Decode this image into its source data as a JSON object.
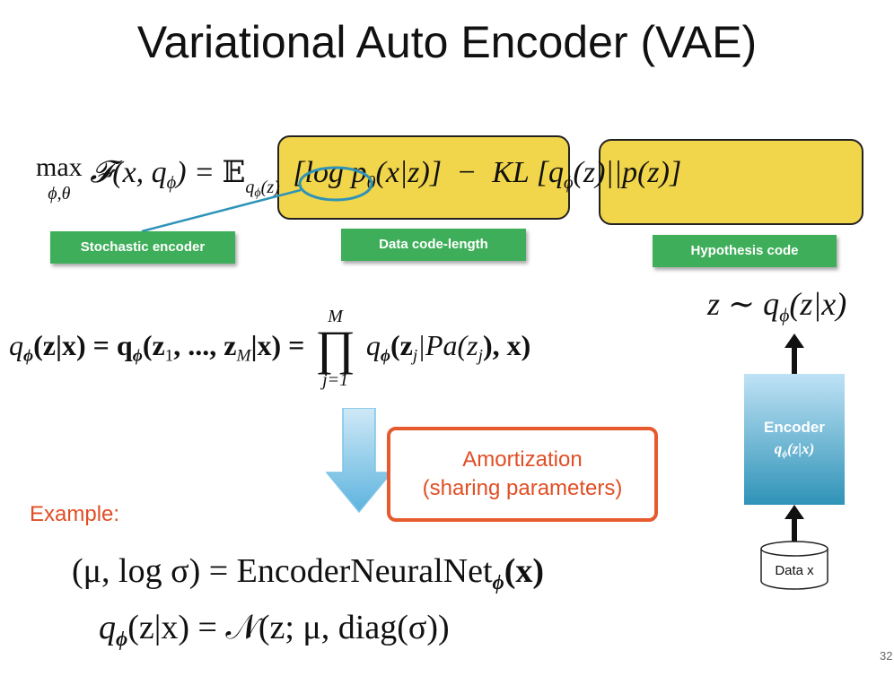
{
  "slide": {
    "title": "Variational Auto Encoder (VAE)",
    "page_number": "32"
  },
  "objective": {
    "max": "max",
    "max_sub": "ϕ,θ",
    "lhs": "𝓕(x, q",
    "lhs_sub": "ϕ",
    "lhs_end": ") =",
    "expect_symbol": "𝔼",
    "expect_sub": "q",
    "expect_sub_sub": "ϕ",
    "expect_sub_end": "(z)",
    "data_term": "[log p",
    "data_term_sub": "θ",
    "data_term_end": "(x|z)]",
    "minus": "−",
    "kl_term": "KL [q",
    "kl_term_sub": "ϕ",
    "kl_term_end": "(z)||p(z)]"
  },
  "labels": {
    "stochastic_encoder": "Stochastic encoder",
    "data_code_length": "Data code-length",
    "hypothesis_code": "Hypothesis code"
  },
  "factorization": {
    "lhs": "q",
    "sub_phi": "ϕ",
    "lhs_arg": "(z|x) = q",
    "mid_arg": "(z",
    "mid_sub1": "1",
    "mid_dots": ", ..., z",
    "mid_subM": "M",
    "mid_end": "|x) =",
    "prod_upper": "M",
    "prod_symbol": "∏",
    "prod_lower": "j=1",
    "rhs": "q",
    "rhs_arg": "(z",
    "rhs_sub_j": "j",
    "rhs_pa": "|Pa(z",
    "rhs_end": "), x)"
  },
  "amortization": {
    "line1": "Amortization",
    "line2": "(sharing parameters)"
  },
  "example_label": "Example:",
  "example_eq1": {
    "lhs": "(μ, log σ) = EncoderNeuralNet",
    "sub": "ϕ",
    "end": "(x)"
  },
  "example_eq2": {
    "lhs": "q",
    "sub": "ϕ",
    "mid": "(z|x) = 𝒩(z; μ, diag(σ))"
  },
  "diagram": {
    "output": "z ∼ q",
    "output_sub": "ϕ",
    "output_end": "(z|x)",
    "encoder_label": "Encoder",
    "encoder_formula": "q",
    "encoder_formula_sub": "ϕ",
    "encoder_formula_end": "(z|x)",
    "data_label": "Data x"
  },
  "colors": {
    "highlight_yellow": "#f1d54a",
    "label_green": "#3fae5a",
    "accent_orange": "#e65a2e",
    "encoder_blue": "#2f93b8",
    "arrow_blue": "#7cc3e6"
  }
}
